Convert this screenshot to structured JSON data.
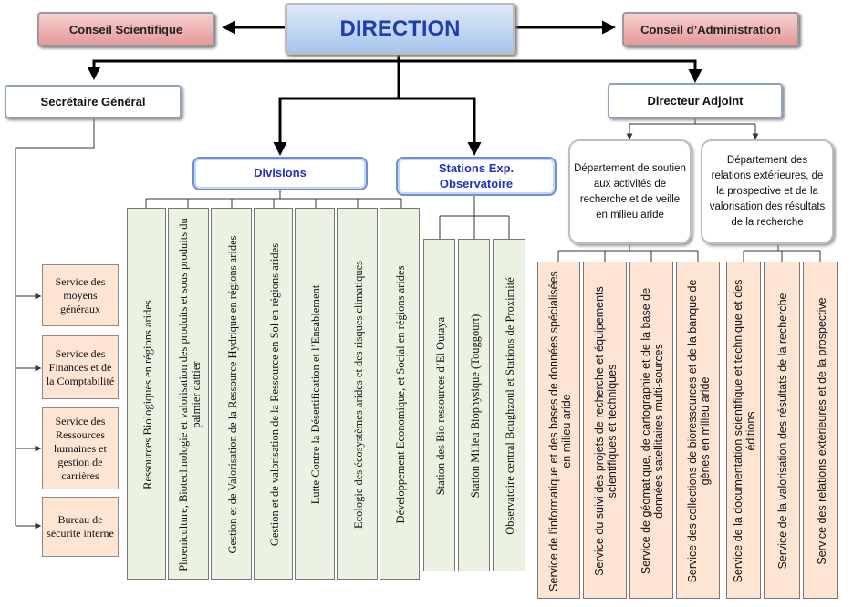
{
  "top": {
    "direction": "DIRECTION",
    "conseil_scientifique": "Conseil Scientifique",
    "conseil_administration": "Conseil d’Administration"
  },
  "secretaire_general": {
    "title": "Secrétaire Général",
    "services": [
      "Service des moyens généraux",
      "Service des Finances et de la Comptabilité",
      "Service des Ressources humaines et gestion de carrières",
      "Bureau de sécurité interne"
    ]
  },
  "divisions": {
    "title": "Divisions",
    "items": [
      "Ressources Biologiques en régions arides",
      "Phoeniculture, Biotechnologie et valorisation des produits et sous produits du palmier dattier",
      "Gestion et de Valorisation de la Ressource Hydrique en régions arides",
      "Gestion et de valorisation de la Ressource en Sol en régions arides",
      "Lutte Contre la Désertification et l’Ensablement",
      "Ecologie des écosystèmes arides et des risques climatiques",
      "Développement Economique, et Social  en régions arides"
    ]
  },
  "stations": {
    "title": "Stations Exp. Observatoire",
    "items": [
      "Station des Bio ressources d’El  Outaya",
      "Station Milieu Biophysique (Touggourt)",
      "Observatoire central  Boughzoul  et  Stations de Proximité"
    ]
  },
  "directeur_adjoint": {
    "title": "Directeur Adjoint",
    "departements": [
      {
        "title": "Département de soutien aux activités de recherche et de veille en milieu aride",
        "services": [
          "Service de l’informatique et des bases de données spécialisées en milieu aride",
          "Service du suivi des projets de  recherche  et équipements scientifiques et techniques",
          "Service de géomatique, de cartographie et de la base de données satellitaires multi-sources",
          "Service des collections de bioressources et de la banque de gènes en milieu aride"
        ]
      },
      {
        "title": "Département des relations extérieures, de la prospective et de la valorisation des résultats de la recherche",
        "services": [
          "Service de la documentation scientifique et technique et des éditions",
          "Service de la valorisation des résultats de la recherche",
          "Service des relations extérieures et de la prospective"
        ]
      }
    ]
  }
}
